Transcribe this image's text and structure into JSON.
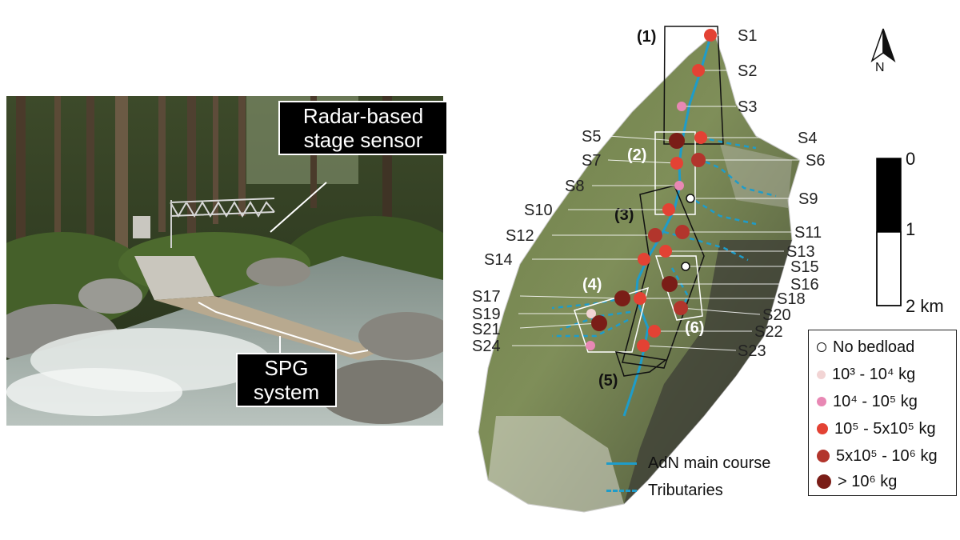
{
  "photo": {
    "radar_callout": "Radar-based stage sensor",
    "spg_callout": "SPG system"
  },
  "map": {
    "north": "N",
    "scale_bar": {
      "labels": [
        "0",
        "1",
        "2 km"
      ]
    },
    "zones": [
      {
        "id": "(1)"
      },
      {
        "id": "(2)"
      },
      {
        "id": "(3)"
      },
      {
        "id": "(4)"
      },
      {
        "id": "(5)"
      },
      {
        "id": "(6)"
      }
    ],
    "sites": [
      {
        "label": "S1",
        "class": 3
      },
      {
        "label": "S2",
        "class": 3
      },
      {
        "label": "S3",
        "class": 2
      },
      {
        "label": "S4",
        "class": 3
      },
      {
        "label": "S5",
        "class": 5
      },
      {
        "label": "S6",
        "class": 4
      },
      {
        "label": "S7",
        "class": 3
      },
      {
        "label": "S8",
        "class": 2
      },
      {
        "label": "S9",
        "class": 0
      },
      {
        "label": "S10",
        "class": 3
      },
      {
        "label": "S11",
        "class": 4
      },
      {
        "label": "S12",
        "class": 4
      },
      {
        "label": "S13",
        "class": 3
      },
      {
        "label": "S14",
        "class": 3
      },
      {
        "label": "S15",
        "class": 0
      },
      {
        "label": "S16",
        "class": 5
      },
      {
        "label": "S17",
        "class": 5
      },
      {
        "label": "S18",
        "class": 3
      },
      {
        "label": "S19",
        "class": 1
      },
      {
        "label": "S20",
        "class": 4
      },
      {
        "label": "S21",
        "class": 5
      },
      {
        "label": "S22",
        "class": 3
      },
      {
        "label": "S23",
        "class": 3
      },
      {
        "label": "S24",
        "class": 2
      }
    ],
    "legend": {
      "classes": [
        {
          "label": "No bedload",
          "color": "#ffffff"
        },
        {
          "label": "10³ - 10⁴ kg",
          "color": "#f2d4d4"
        },
        {
          "label": "10⁴ - 10⁵ kg",
          "color": "#e888b4"
        },
        {
          "label": "10⁵ - 5x10⁵ kg",
          "color": "#e34234"
        },
        {
          "label": "5x10⁵ - 10⁶ kg",
          "color": "#b2352c"
        },
        {
          "label": "> 10⁶ kg",
          "color": "#7a1d17"
        }
      ],
      "lines": [
        {
          "label": "AdN main course",
          "color": "#1e9cc9",
          "style": "solid"
        },
        {
          "label": "Tributaries",
          "color": "#1e9cc9",
          "style": "dashed"
        }
      ]
    }
  }
}
